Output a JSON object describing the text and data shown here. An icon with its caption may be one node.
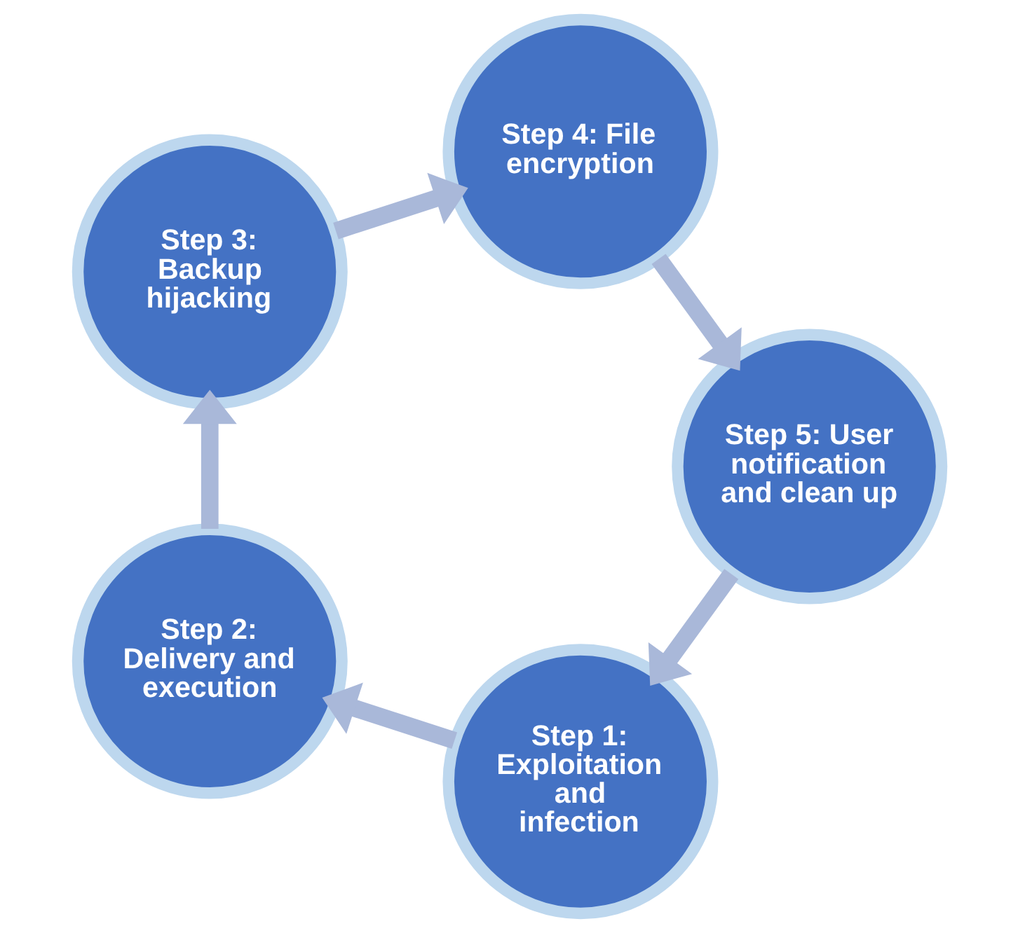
{
  "diagram": {
    "nodes": [
      {
        "text": [
          "Step 1: Exploitation and infection"
        ]
      },
      {
        "text": [
          "Step 2: Delivery and execution"
        ]
      },
      {
        "text": [
          "Step 3: Backup hijacking"
        ]
      },
      {
        "text": [
          "Step 4: File encryption"
        ]
      },
      {
        "text": [
          "Step 5: User notification and clean up"
        ]
      }
    ],
    "edges": [
      {
        "from": 0,
        "to": 1,
        "arrow": "to"
      },
      {
        "from": 1,
        "to": 2,
        "arrow": "to"
      },
      {
        "from": 2,
        "to": 3,
        "arrow": "to"
      },
      {
        "from": 3,
        "to": 4,
        "arrow": "to"
      },
      {
        "from": 4,
        "to": 0,
        "arrow": "to"
      }
    ]
  }
}
